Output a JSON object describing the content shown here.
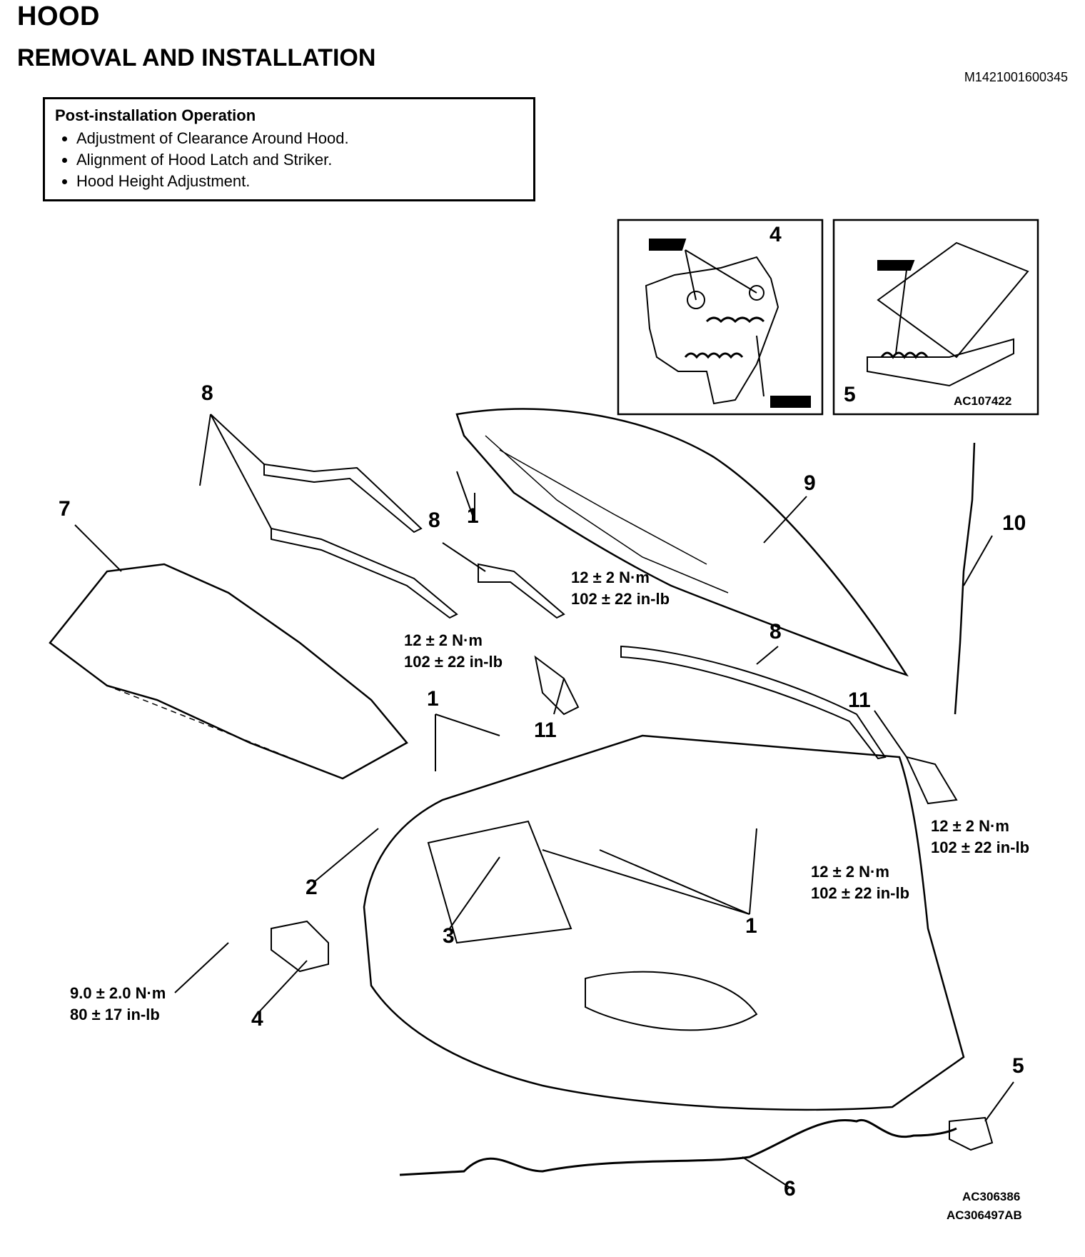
{
  "header": {
    "title": "HOOD",
    "subtitle": "REMOVAL AND INSTALLATION",
    "doc_id": "M1421001600345"
  },
  "post_install": {
    "title": "Post-installation Operation",
    "items": [
      "Adjustment of Clearance Around Hood.",
      "Alignment of Hood Latch and Striker.",
      "Hood Height Adjustment."
    ]
  },
  "inset": {
    "code": "AC107422",
    "label_4": "4",
    "label_5": "5"
  },
  "labels": {
    "l8a": "8",
    "l9": "9",
    "l7": "7",
    "l8b": "8",
    "l1a": "1",
    "l10": "10",
    "l8c": "8",
    "l1b": "1",
    "l11a": "11",
    "l11b": "11",
    "l2": "2",
    "l3": "3",
    "l1c": "1",
    "l4": "4",
    "l5": "5",
    "l6": "6"
  },
  "torques": {
    "t1": {
      "nm": "12 ± 2 N·m",
      "inlb": "102 ± 22 in-lb"
    },
    "t2": {
      "nm": "12 ± 2 N·m",
      "inlb": "102 ± 22 in-lb"
    },
    "t3": {
      "nm": "12 ± 2 N·m",
      "inlb": "102 ± 22 in-lb"
    },
    "t4": {
      "nm": "12 ± 2 N·m",
      "inlb": "102 ± 22 in-lb"
    },
    "t5": {
      "nm": "9.0 ± 2.0 N·m",
      "inlb": "80 ± 17 in-lb"
    }
  },
  "footer": {
    "code1": "AC306386",
    "code2": "AC306497AB"
  }
}
